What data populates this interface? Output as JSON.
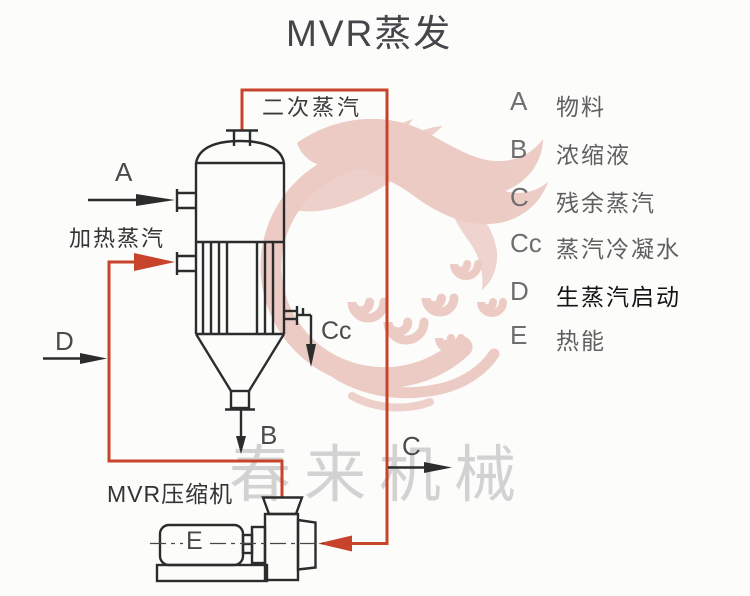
{
  "title": "MVR蒸发",
  "diagram": {
    "labels": {
      "secondary_steam": "二次蒸汽",
      "heating_steam": "加热蒸汽",
      "compressor": "MVR压缩机",
      "stream_a": "A",
      "stream_b": "B",
      "stream_c": "C",
      "stream_cc": "Cc",
      "stream_d": "D",
      "stream_e": "E"
    }
  },
  "legend": {
    "items": [
      {
        "key": "A",
        "label": "物料"
      },
      {
        "key": "B",
        "label": "浓缩液"
      },
      {
        "key": "C",
        "label": "残余蒸汽"
      },
      {
        "key": "Cc",
        "label": "蒸汽冷凝水"
      },
      {
        "key": "D",
        "label": "生蒸汽启动",
        "emphasis": true
      },
      {
        "key": "E",
        "label": "热能"
      }
    ]
  },
  "watermark": {
    "text": "春来机械"
  },
  "colors": {
    "pipe_red": "#c7432b",
    "line_black": "#2c2c2c",
    "watermark_pink": "#dd9b90",
    "watermark_gray": "#cbcbcb",
    "title_color": "#45454a"
  }
}
